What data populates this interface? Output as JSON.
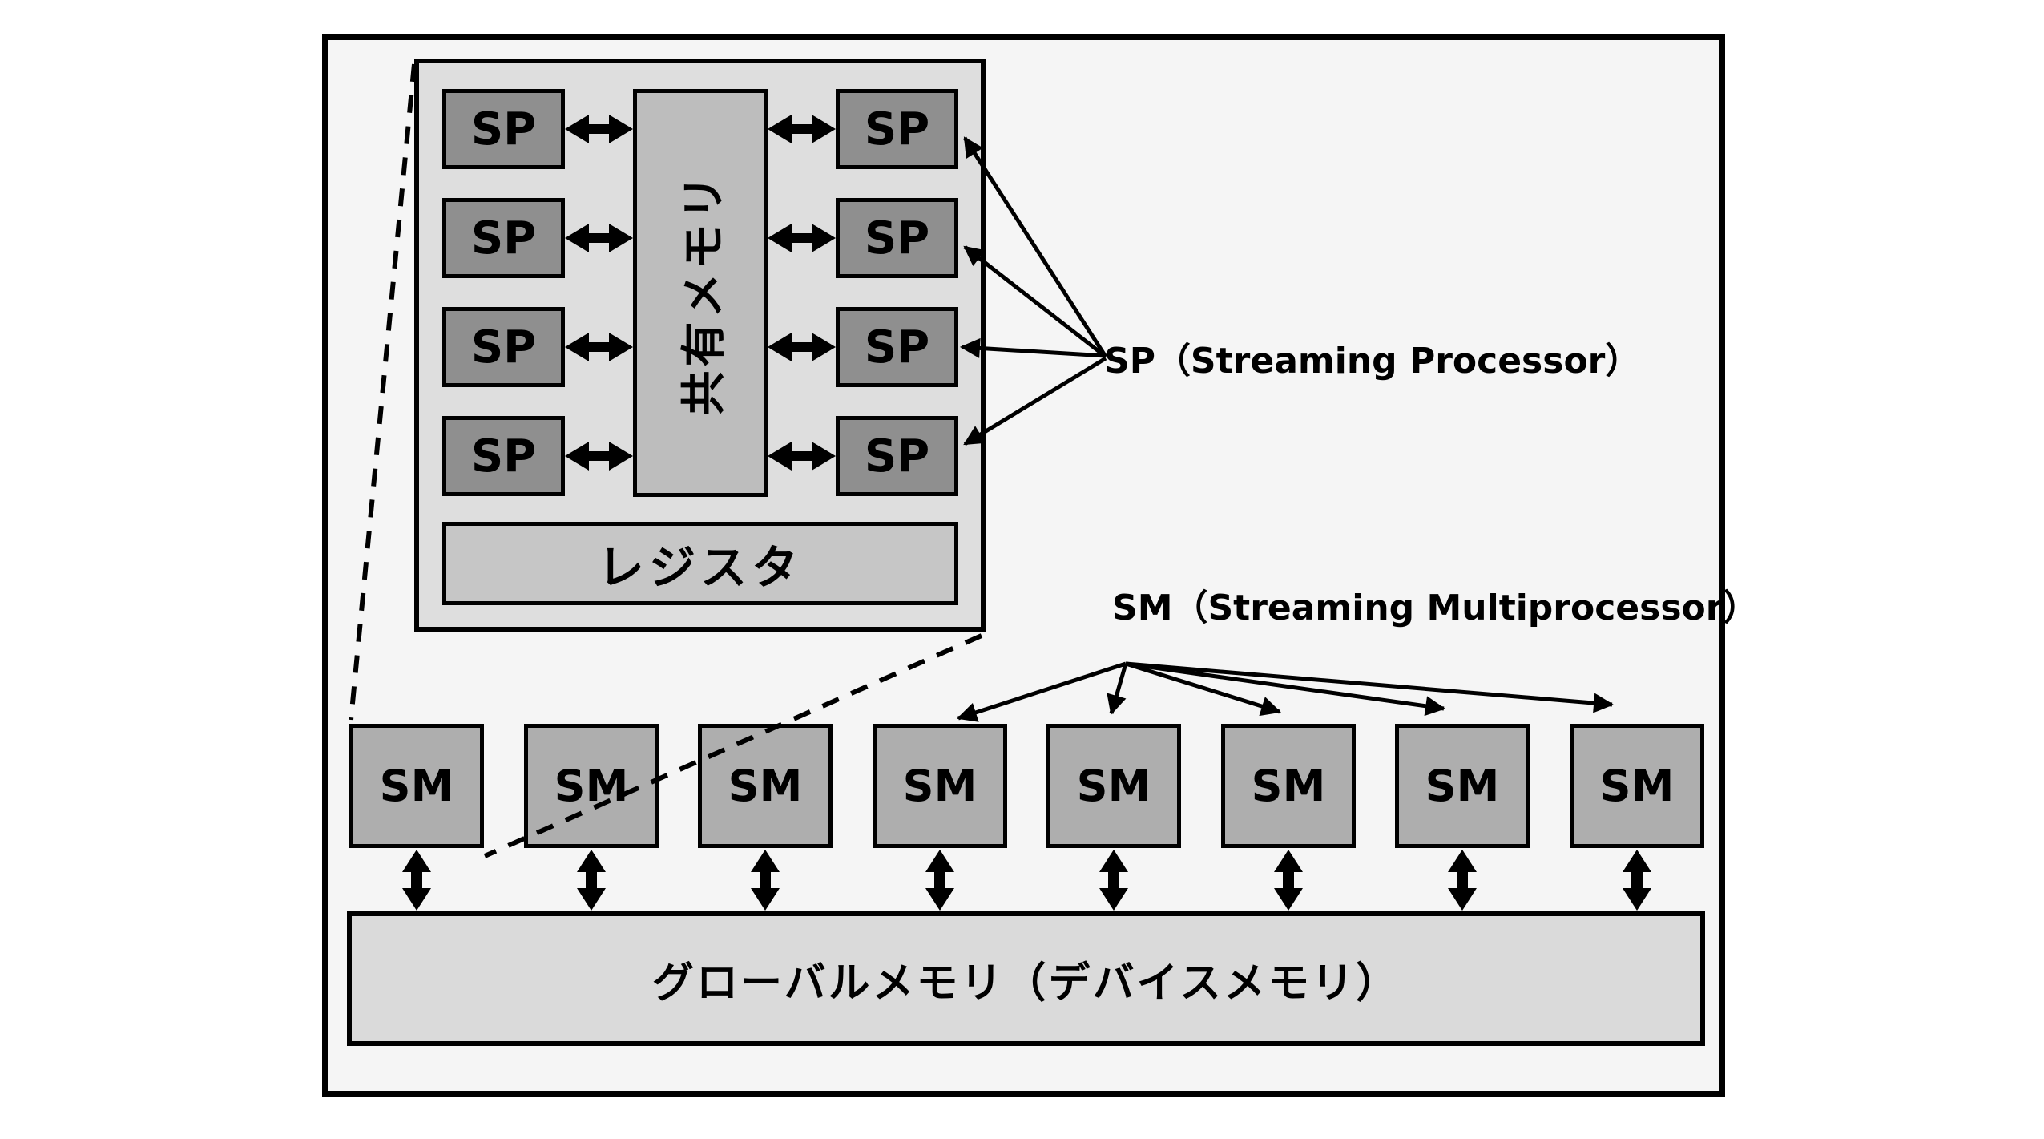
{
  "labels": {
    "sp": "SP",
    "sm": "SM",
    "shared_memory": "共有メモリ",
    "register": "レジスタ",
    "global_memory": "グローバルメモリ（デバイスメモリ）",
    "sp_callout": "SP（Streaming Processor）",
    "sm_callout": "SM（Streaming Multiprocessor）"
  },
  "structure": {
    "sp_boxes_in_sm_detail": 8,
    "sm_count": 8
  },
  "colors": {
    "canvas": "#ffffff",
    "outer_bg": "#f5f5f5",
    "detail_bg": "#dedede",
    "sp_fill": "#8f8f8f",
    "shared_fill": "#bdbdbd",
    "register_fill": "#c6c6c6",
    "sm_fill": "#aeaeae",
    "global_fill": "#dadada",
    "ink": "#000000"
  }
}
